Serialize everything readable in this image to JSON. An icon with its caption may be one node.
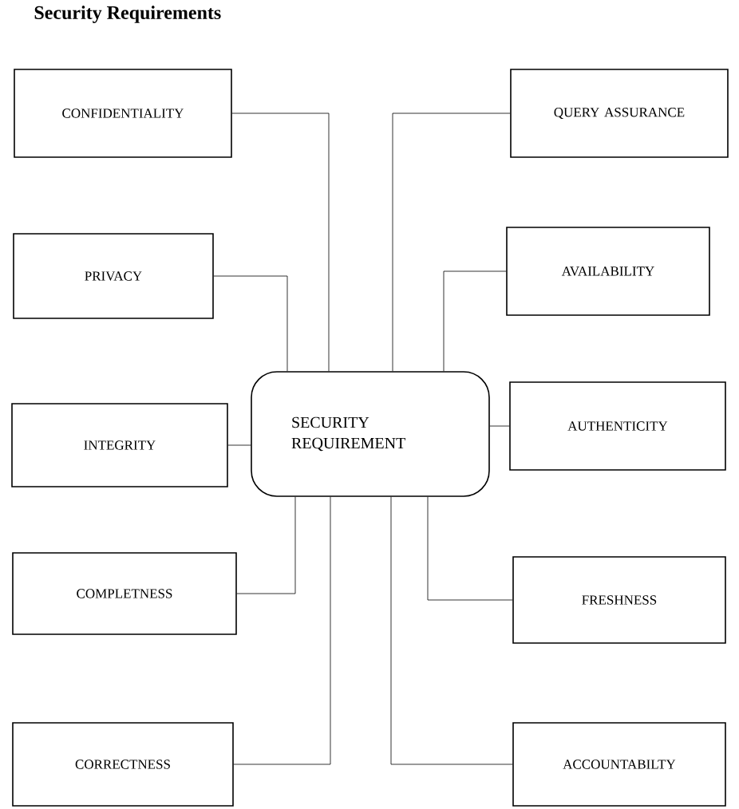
{
  "diagram": {
    "title": "Security Requirements",
    "nodes": [
      {
        "text": [
          "CONFIDENTIALITY"
        ]
      },
      {
        "text": [
          "QUERY ASSURANCE"
        ]
      },
      {
        "text": [
          "PRIVACY"
        ]
      },
      {
        "text": [
          "AVAILABILITY"
        ]
      },
      {
        "text": [
          "INTEGRITY"
        ]
      },
      {
        "text": [
          "SECURITY REQUIREMENT"
        ]
      },
      {
        "text": [
          "AUTHENTICITY"
        ]
      },
      {
        "text": [
          "COMPLETNESS"
        ]
      },
      {
        "text": [
          "FRESHNESS"
        ]
      },
      {
        "text": [
          "CORRECTNESS"
        ]
      },
      {
        "text": [
          "ACCOUNTABILTY"
        ]
      }
    ],
    "edges": [
      {
        "from": 0,
        "to": 5,
        "arrow": "none"
      },
      {
        "from": 1,
        "to": 5,
        "arrow": "none"
      },
      {
        "from": 2,
        "to": 5,
        "arrow": "none"
      },
      {
        "from": 3,
        "to": 5,
        "arrow": "none"
      },
      {
        "from": 4,
        "to": 5,
        "arrow": "none"
      },
      {
        "from": 6,
        "to": 5,
        "arrow": "none"
      },
      {
        "from": 7,
        "to": 5,
        "arrow": "none"
      },
      {
        "from": 8,
        "to": 5,
        "arrow": "none"
      },
      {
        "from": 9,
        "to": 5,
        "arrow": "none"
      },
      {
        "from": 10,
        "to": 5,
        "arrow": "none"
      }
    ]
  }
}
